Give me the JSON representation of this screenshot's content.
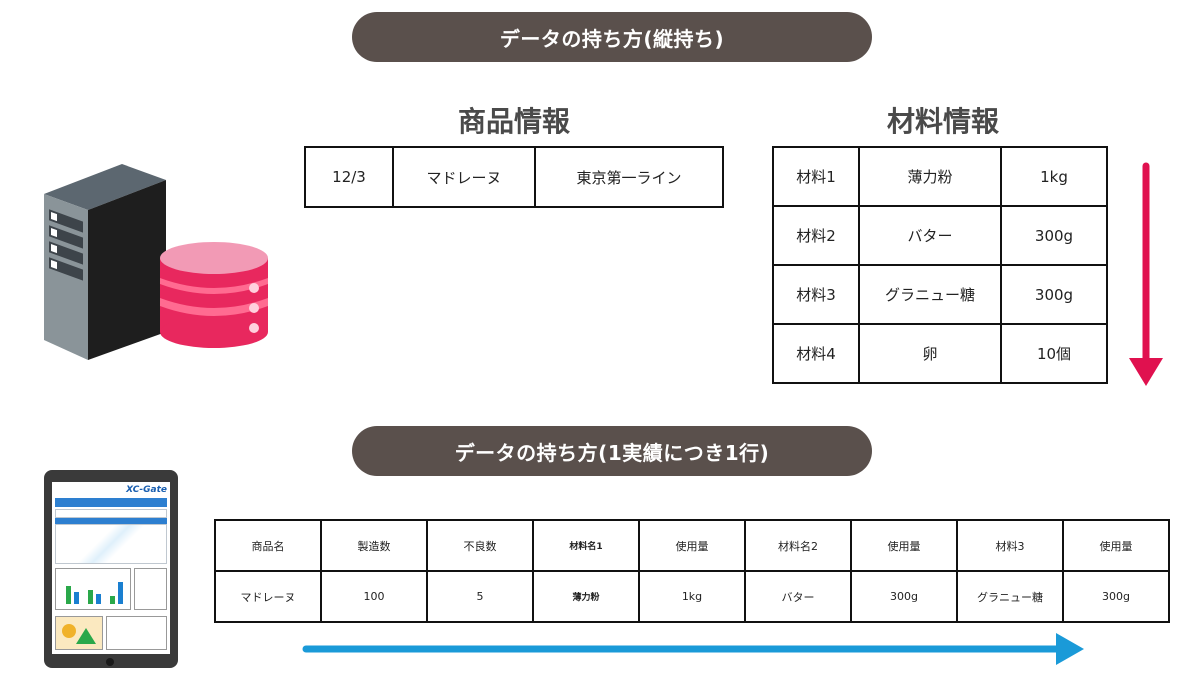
{
  "header_vertical": "データの持ち方(縦持ち)",
  "header_row": "データの持ち方(1実績につき1行)",
  "product_section": {
    "title": "商品情報",
    "cells": [
      "12/3",
      "マドレーヌ",
      "東京第一ライン"
    ]
  },
  "material_section": {
    "title": "材料情報",
    "rows": [
      [
        "材料1",
        "薄力粉",
        "1kg"
      ],
      [
        "材料2",
        "バター",
        "300g"
      ],
      [
        "材料3",
        "グラニュー糖",
        "300g"
      ],
      [
        "材料4",
        "卵",
        "10個"
      ]
    ]
  },
  "wide_table": {
    "headers": [
      "商品名",
      "製造数",
      "不良数",
      "材料名1",
      "使用量",
      "材料名2",
      "使用量",
      "材料3",
      "使用量"
    ],
    "values": [
      "マドレーヌ",
      "100",
      "5",
      "薄力粉",
      "1kg",
      "バター",
      "300g",
      "グラニュー糖",
      "300g"
    ]
  },
  "tablet_brand": "XC-Gate",
  "colors": {
    "pill": "#5a504c",
    "down_arrow": "#e0114f",
    "right_arrow": "#1a9ad8",
    "db_pink": "#e8285e"
  },
  "icons": [
    "server-icon",
    "database-icon",
    "tablet-icon"
  ]
}
